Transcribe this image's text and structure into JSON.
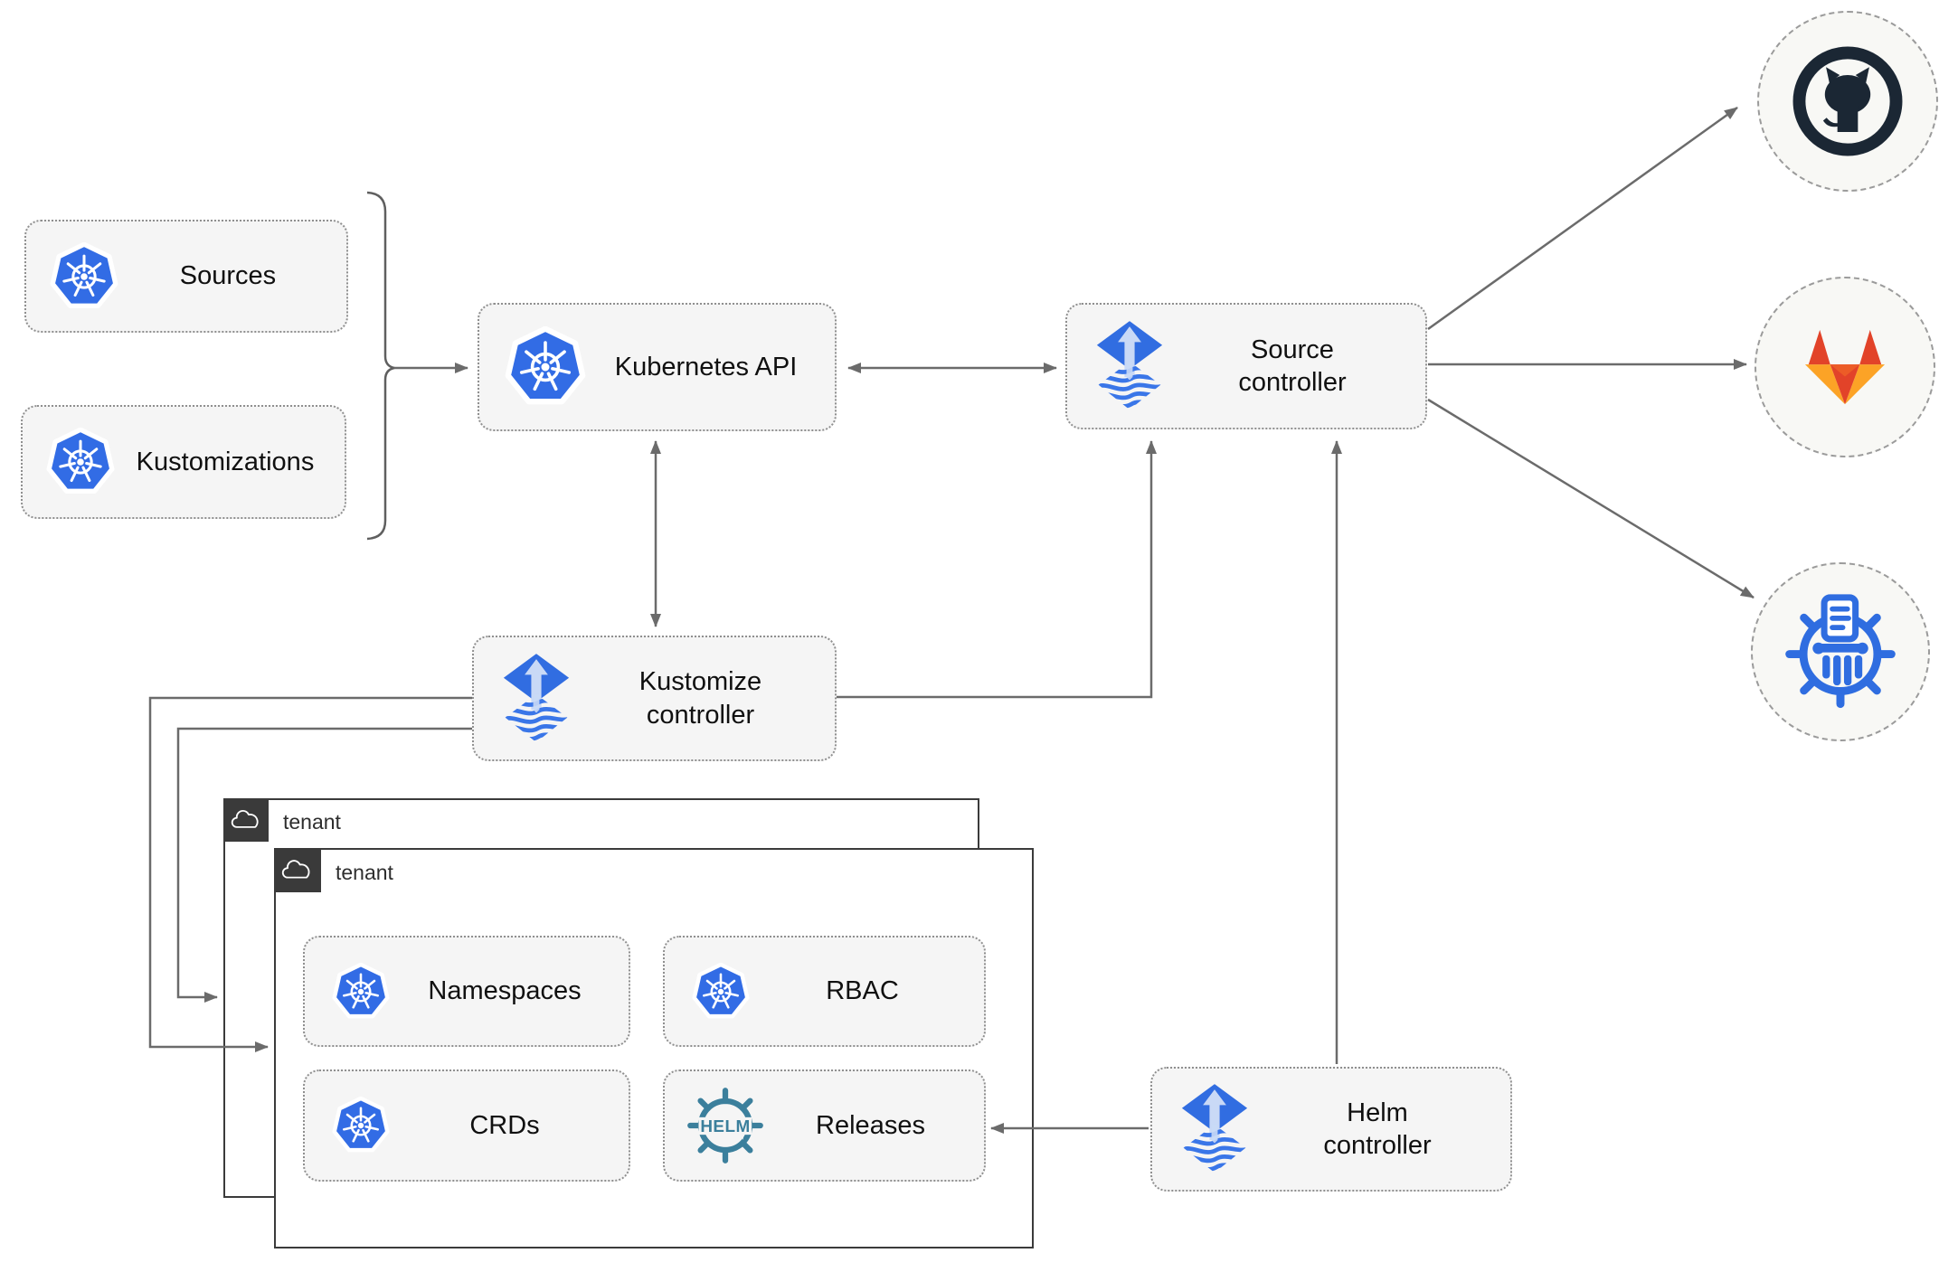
{
  "nodes": {
    "sources": {
      "label": "Sources",
      "icon": "kubernetes-icon"
    },
    "kustomizations": {
      "label": "Kustomizations",
      "icon": "kubernetes-icon"
    },
    "kubernetes_api": {
      "label": "Kubernetes API",
      "icon": "kubernetes-icon"
    },
    "source_controller": {
      "label": "Source controller",
      "icon": "flux-icon"
    },
    "kustomize_controller": {
      "label": "Kustomize controller",
      "icon": "flux-icon"
    },
    "helm_controller": {
      "label": "Helm controller",
      "icon": "flux-icon"
    },
    "namespaces": {
      "label": "Namespaces",
      "icon": "kubernetes-icon"
    },
    "rbac": {
      "label": "RBAC",
      "icon": "kubernetes-icon"
    },
    "crds": {
      "label": "CRDs",
      "icon": "kubernetes-icon"
    },
    "releases": {
      "label": "Releases",
      "icon": "helm-icon"
    }
  },
  "groups": {
    "tenant_back": {
      "label": "tenant",
      "icon": "cloud-icon"
    },
    "tenant_front": {
      "label": "tenant",
      "icon": "cloud-icon"
    }
  },
  "endpoints": {
    "github": {
      "icon": "github-icon"
    },
    "gitlab": {
      "icon": "gitlab-icon"
    },
    "chartmuseum": {
      "icon": "chart-repository-icon"
    }
  },
  "helm_logo_text": "HELM",
  "colors": {
    "kubernetes_blue": "#326ce5",
    "flux_blue": "#316de1",
    "flux_arrow_pale": "#c9d9f6",
    "helm_teal": "#3b7f9c",
    "github_dark": "#1b2734",
    "gitlab_red": "#e24329",
    "gitlab_yellow": "#fca326",
    "chartmuseum_blue": "#2f6de0",
    "connector_gray": "#6b6b6b",
    "node_background": "#f5f5f5",
    "tenant_border": "#3b3b3b"
  }
}
